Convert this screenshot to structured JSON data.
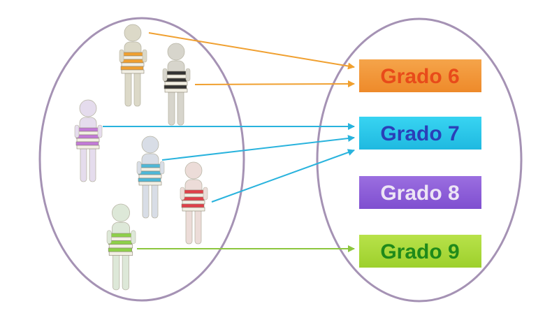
{
  "colors": {
    "ellipse_stroke": "#a592b4",
    "arrow_orange": "#f0a030",
    "arrow_cyan": "#29b3dd",
    "arrow_green": "#8dc63f",
    "figure_body": "#dedcd2"
  },
  "grades": [
    {
      "label": "Grado 6",
      "fill": "#f5a44a",
      "fill_dark": "#ee8a2a",
      "text_color": "#e84b1a"
    },
    {
      "label": "Grado 7",
      "fill": "#38d4f2",
      "fill_dark": "#1fb9e0",
      "text_color": "#2a3fb8"
    },
    {
      "label": "Grado 8",
      "fill": "#9b6ee0",
      "fill_dark": "#7f4fd0",
      "text_color": "#ece4f5"
    },
    {
      "label": "Grado 9",
      "fill": "#b8e24a",
      "fill_dark": "#9dd02c",
      "text_color": "#1f8a1a"
    }
  ],
  "students": [
    {
      "name": "student-1",
      "books_color": "#f0a030",
      "target": 0
    },
    {
      "name": "student-2",
      "books_color": "#333333",
      "target": 0
    },
    {
      "name": "student-3",
      "books_color": "#c27ad8",
      "target": 1
    },
    {
      "name": "student-4",
      "books_color": "#4fb8d8",
      "target": 1
    },
    {
      "name": "student-5",
      "books_color": "#e0404a",
      "target": 1
    },
    {
      "name": "student-6",
      "books_color": "#8ed04a",
      "target": 3
    }
  ]
}
